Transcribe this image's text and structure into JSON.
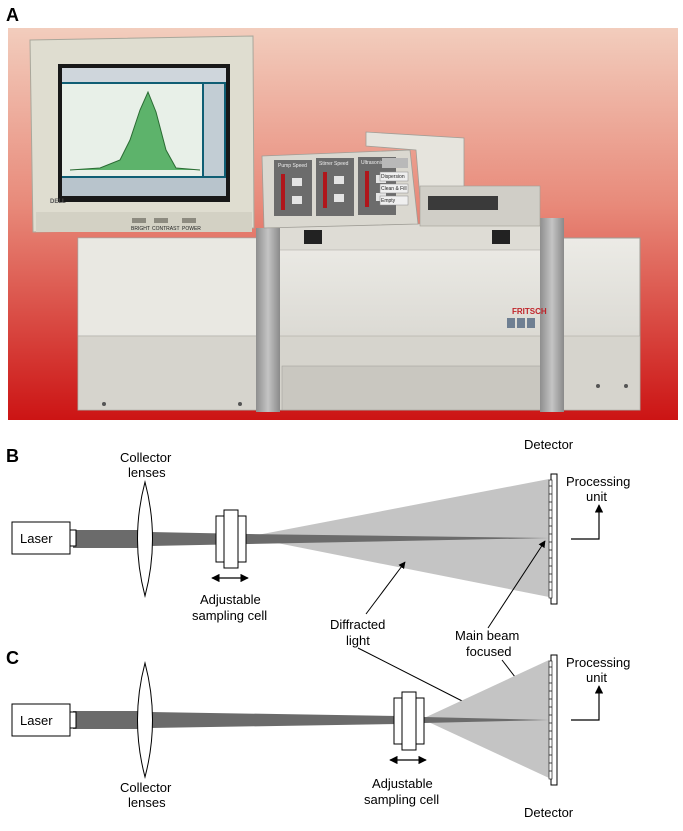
{
  "panels": {
    "a": {
      "letter": "A"
    },
    "b": {
      "letter": "B"
    },
    "c": {
      "letter": "C"
    }
  },
  "photo": {
    "monitor_brand": "DELL",
    "instrument_brand": "FRITSCH",
    "monitor_buttons": [
      "BRIGHT",
      "CONTRAST",
      "POWER"
    ],
    "control_panel_titles": [
      "Pump Speed",
      "Stirrer Speed",
      "Ultrasonic"
    ],
    "control_panel_buttons": [
      "Dispersion",
      "Clean & Fill",
      "Empty"
    ]
  },
  "diagram_b": {
    "laser": "Laser",
    "collector_line1": "Collector",
    "collector_line2": "lenses",
    "detector": "Detector",
    "processing_line1": "Processing",
    "processing_line2": "unit",
    "cell_line1": "Adjustable",
    "cell_line2": "sampling cell"
  },
  "diagram_c": {
    "laser": "Laser",
    "collector_line1": "Collector",
    "collector_line2": "lenses",
    "detector": "Detector",
    "processing_line1": "Processing",
    "processing_line2": "unit",
    "cell_line1": "Adjustable",
    "cell_line2": "sampling cell"
  },
  "annotations": {
    "diffracted_line1": "Diffracted",
    "diffracted_line2": "light",
    "mainbeam_line1": "Main beam",
    "mainbeam_line2": "focused"
  },
  "colors": {
    "photo_bg_top": "#f1c9b8",
    "photo_bg_bottom": "#d01818",
    "beam_dark": "#6e6e6e",
    "cone_gray": "#bdbdbd"
  }
}
